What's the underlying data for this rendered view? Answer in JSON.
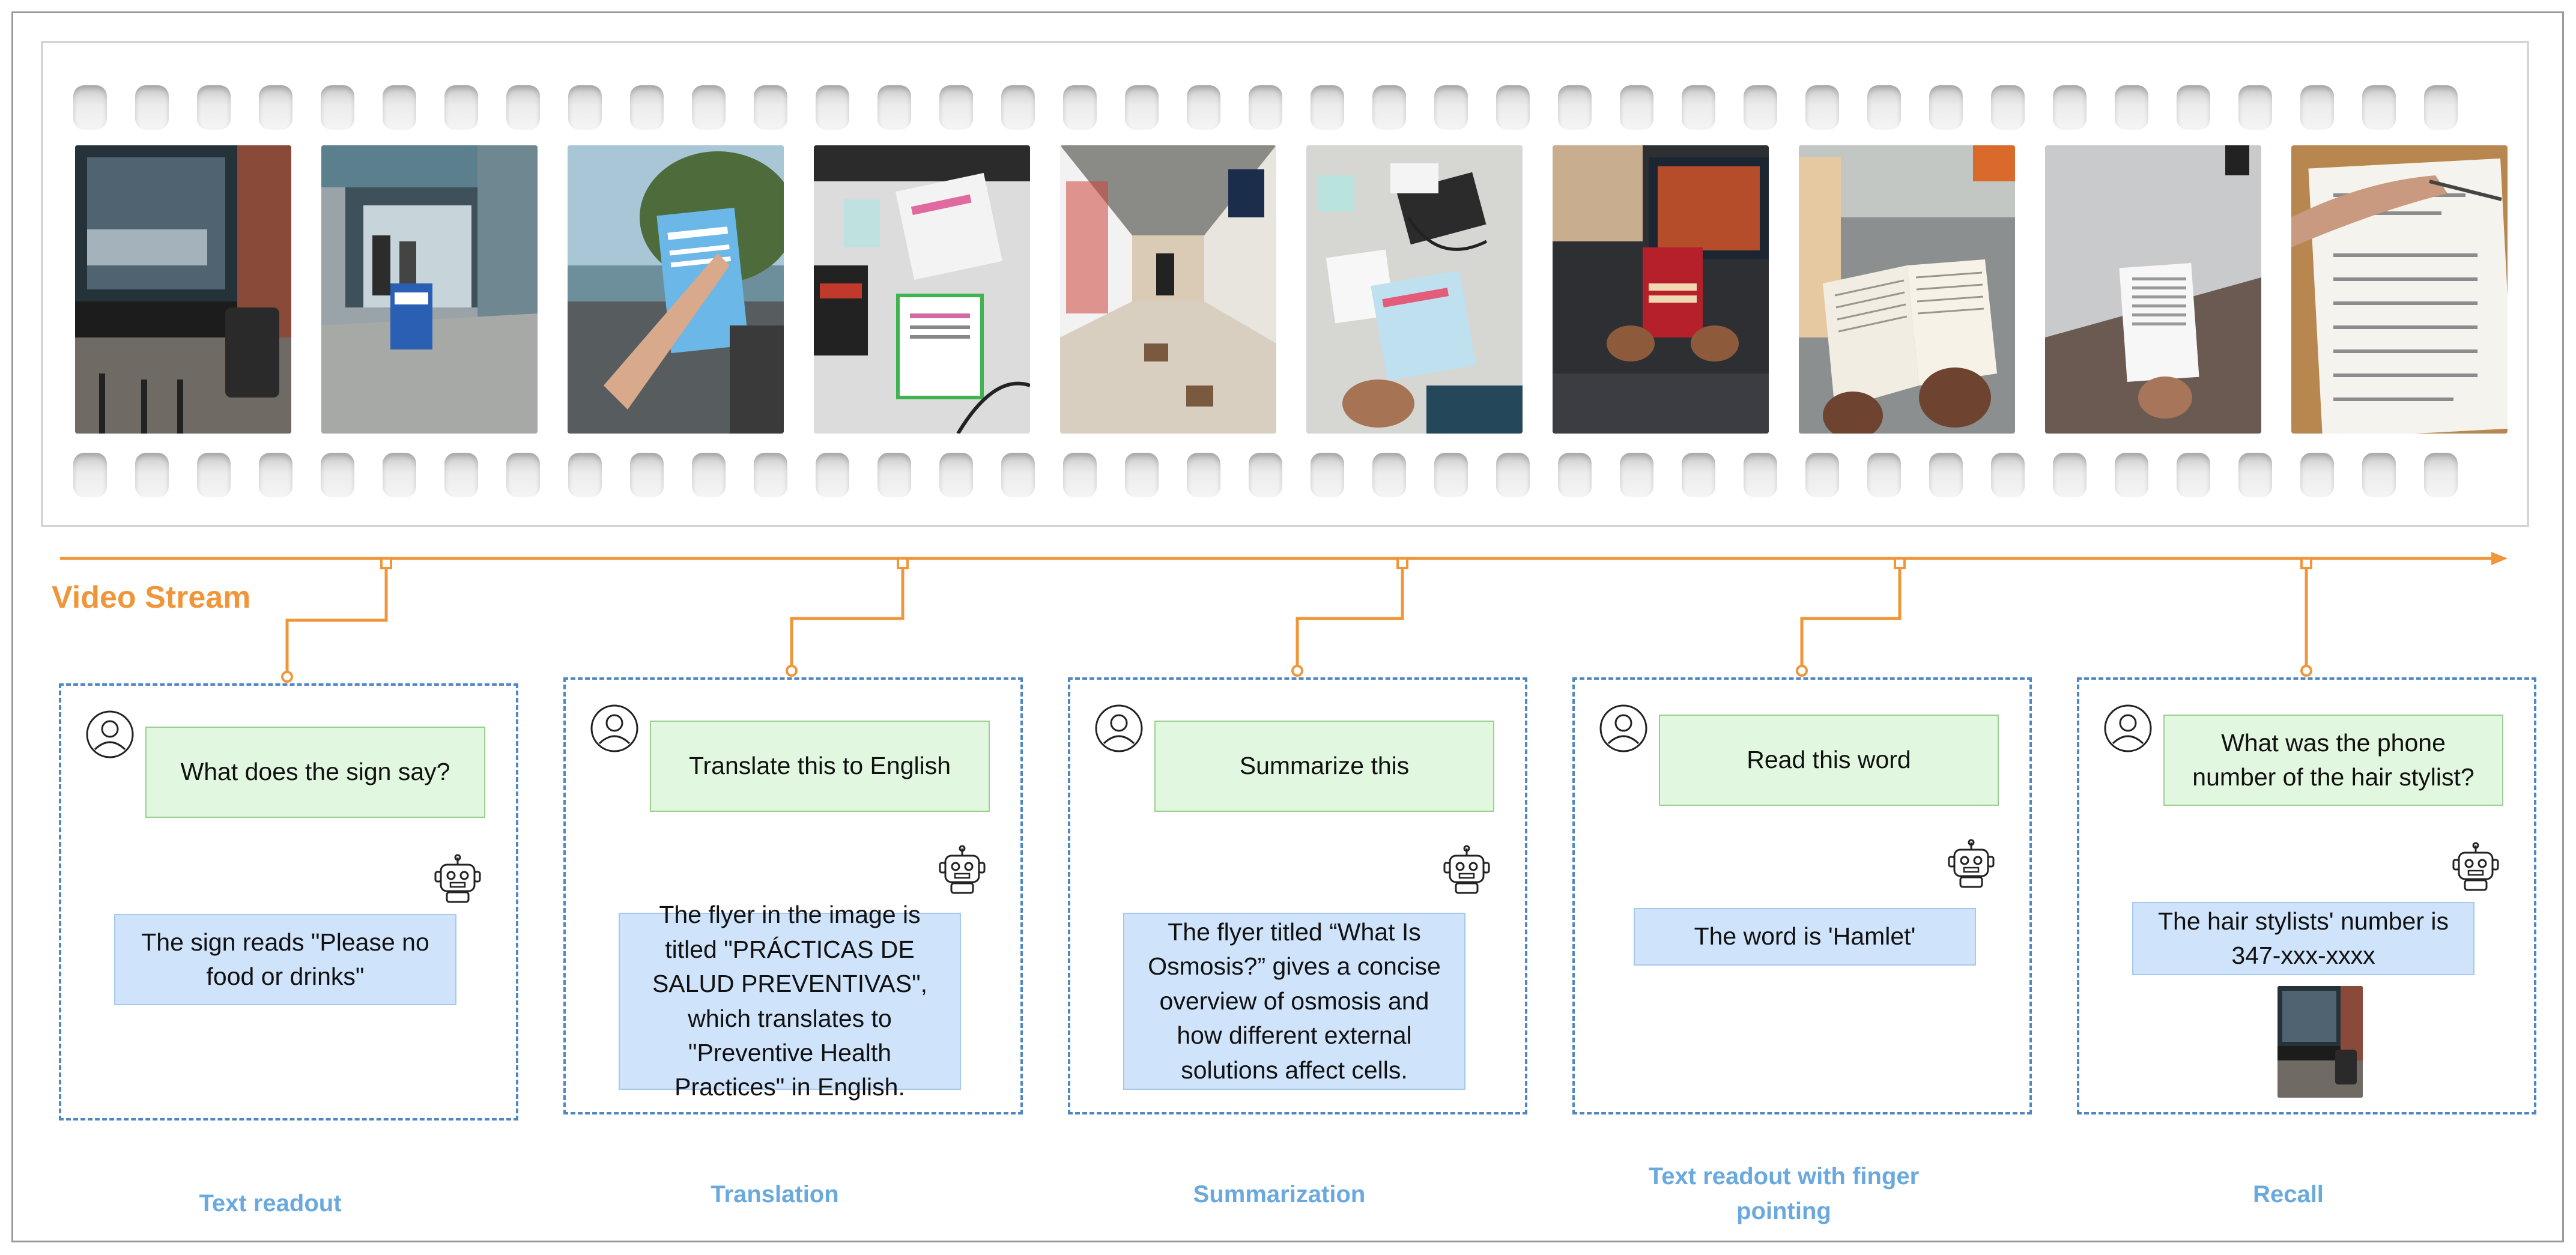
{
  "stream_label": "Video Stream",
  "colors": {
    "accent_orange": "#f0963a",
    "card_border": "#4f87c4",
    "question_fill": "#e2f7df",
    "answer_fill": "#cfe3fb",
    "task_label": "#6aa9de"
  },
  "frames": [
    {
      "name": "frame-storefront-window"
    },
    {
      "name": "frame-building-entrance-sign"
    },
    {
      "name": "frame-flyer-on-window"
    },
    {
      "name": "frame-flyers-on-desk"
    },
    {
      "name": "frame-mall-corridor"
    },
    {
      "name": "frame-desk-flyer-osmosis"
    },
    {
      "name": "frame-book-cover"
    },
    {
      "name": "frame-open-book-pointing"
    },
    {
      "name": "frame-paper-document"
    },
    {
      "name": "frame-worksheet-writing"
    }
  ],
  "cards": [
    {
      "question": "What does the sign say?",
      "answer": "The sign reads \"Please no food or drinks\"",
      "task": "Text readout"
    },
    {
      "question": "Translate this to English",
      "answer": "The flyer in the image is titled \"PRÁCTICAS DE SALUD PREVENTIVAS\", which translates to \"Preventive Health Practices\" in English.",
      "task": "Translation"
    },
    {
      "question": "Summarize this",
      "answer": "The flyer titled “What Is Osmosis?” gives a concise overview of osmosis and how different external solutions affect cells.",
      "task": "Summarization"
    },
    {
      "question": "Read this word",
      "answer": "The word is 'Hamlet'",
      "task": "Text readout with finger pointing"
    },
    {
      "question": "What was the phone number of the hair stylist?",
      "answer": "The hair stylists' number is 347-xxx-xxxx",
      "task": "Recall"
    }
  ]
}
